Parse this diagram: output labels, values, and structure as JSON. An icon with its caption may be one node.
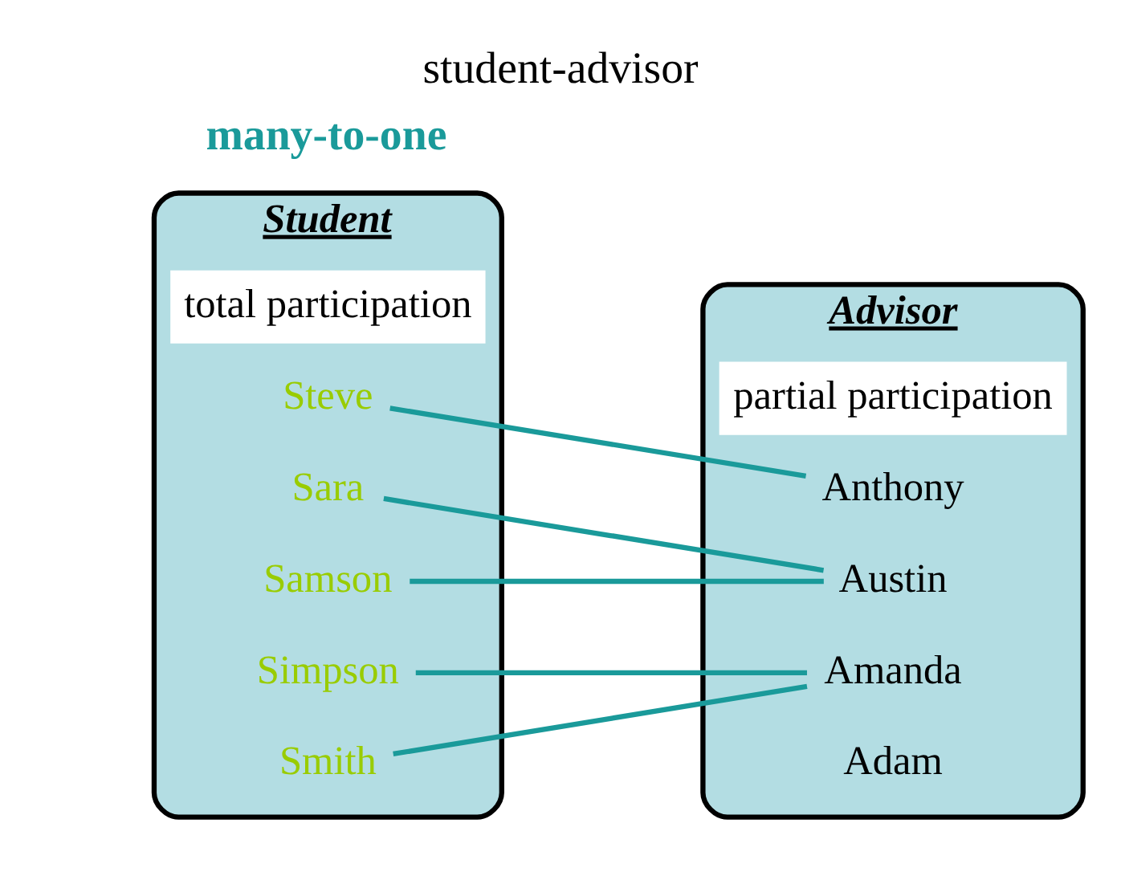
{
  "diagram": {
    "title": "student-advisor",
    "nodes": [
      {
        "text": [
          "Student"
        ],
        "beside": [
          "total participation"
        ]
      },
      {
        "text": [
          "Smith"
        ],
        "in": 0
      },
      {
        "text": [
          "Simpson"
        ],
        "in": 0
      },
      {
        "text": [
          "Samson"
        ],
        "in": 0
      },
      {
        "text": [
          "Steve"
        ],
        "in": 0
      },
      {
        "text": [
          "Sara"
        ],
        "in": 0
      },
      {
        "text": [
          "Advisor"
        ],
        "beside": [
          "partial participation"
        ]
      },
      {
        "text": [
          "Adam"
        ],
        "in": 6
      },
      {
        "text": [
          "Amanda"
        ],
        "in": 6
      },
      {
        "text": [
          "Anthony"
        ],
        "in": 6
      },
      {
        "text": [
          "Austin"
        ],
        "in": 6
      }
    ],
    "edges": [
      {
        "from": 1,
        "to": 8,
        "arrow": "none"
      },
      {
        "from": 2,
        "to": 8,
        "arrow": "none"
      },
      {
        "from": 3,
        "to": 10,
        "arrow": "none"
      },
      {
        "from": 4,
        "to": 9,
        "arrow": "none"
      },
      {
        "from": 5,
        "to": 10,
        "arrow": "none"
      }
    ],
    "labels": [
      "many-to-one"
    ]
  }
}
